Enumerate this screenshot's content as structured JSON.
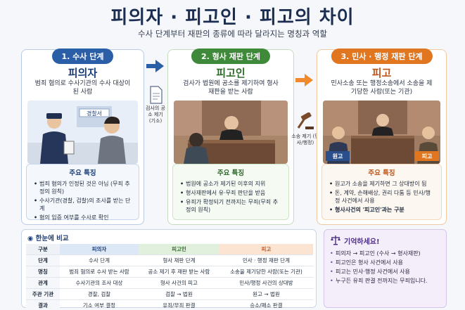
{
  "title": "피의자 · 피고인 · 피고의 차이",
  "subtitle": "수사 단계부터 재판의 종류에 따라 달라지는 명칭과 역할",
  "stages": [
    {
      "header": "1. 수사 단계",
      "role": "피의자",
      "desc": "범죄 혐의로 수사기관의 수사 대상이 된 사람",
      "sign": "경찰서",
      "features_title": "주요 특징",
      "features": [
        "범죄 혐의가 인정된 것은 아님 (무죄 추정의 원칙)",
        "수사기관(경찰, 검찰)의 조사를 받는 단계",
        "혐의 입증 여부를 수사로 확인"
      ],
      "color": "#2a5fa8"
    },
    {
      "header": "2. 형사 재판 단계",
      "role": "피고인",
      "desc": "검사가 법원에 공소를 제기하여 형사재판을 받는 사람",
      "features_title": "주요 특징",
      "features": [
        "법원에 공소가 제기된 이후의 지위",
        "형사재판에서 유·무죄 판단을 받음",
        "유죄가 확정되기 전까지는 무죄(무죄 추정의 원칙)"
      ],
      "color": "#3f8a3a"
    },
    {
      "header": "3. 민사 · 행정 재판 단계",
      "role": "피고",
      "desc": "민사소송 또는 행정소송에서 소송을 제기당한 사람(또는 기관)",
      "tag_left": "원고",
      "tag_right": "피고",
      "features_title": "주요 특징",
      "features": [
        "원고가 소송을 제기하면 그 상대방이 됨",
        "돈, 계약, 손해배상, 권리 다툼 등 민사/행정 사건에서 사용",
        "형사사건의 '피고인'과는 구분"
      ],
      "color": "#e0761f"
    }
  ],
  "doc_note": "검사의 공소 제기 (기소)",
  "gavel_note": "소송 제기 (민사/행정)",
  "compare": {
    "title": "한눈에 비교",
    "headers": [
      "구분",
      "피의자",
      "피고인",
      "피고"
    ],
    "rows": [
      [
        "단계",
        "수사 단계",
        "형사 재판 단계",
        "민사 · 행정 재판 단계"
      ],
      [
        "명칭",
        "범죄 혐의로 수사 받는 사람",
        "공소 제기 후 재판 받는 사람",
        "소송을 제기당한 사람(또는 기관)"
      ],
      [
        "관계",
        "수사기관의 조사 대상",
        "형사 사건의 피고",
        "민사/행정 사건의 상대방"
      ],
      [
        "주관 기관",
        "경찰, 검찰",
        "검찰 → 법원",
        "원고 → 법원"
      ],
      [
        "결과",
        "기소 여부 결정",
        "유죄/무죄 판결",
        "승소/패소 판결"
      ]
    ]
  },
  "remember": {
    "title": "기억하세요!",
    "items": [
      "피의자 → 피고인 (수사 → 형사재판)",
      "피고인은 형사 사건에서 사용",
      "피고는 민사·행정 사건에서 사용",
      "누구든 유죄 판결 전까지는 무죄입니다."
    ]
  }
}
